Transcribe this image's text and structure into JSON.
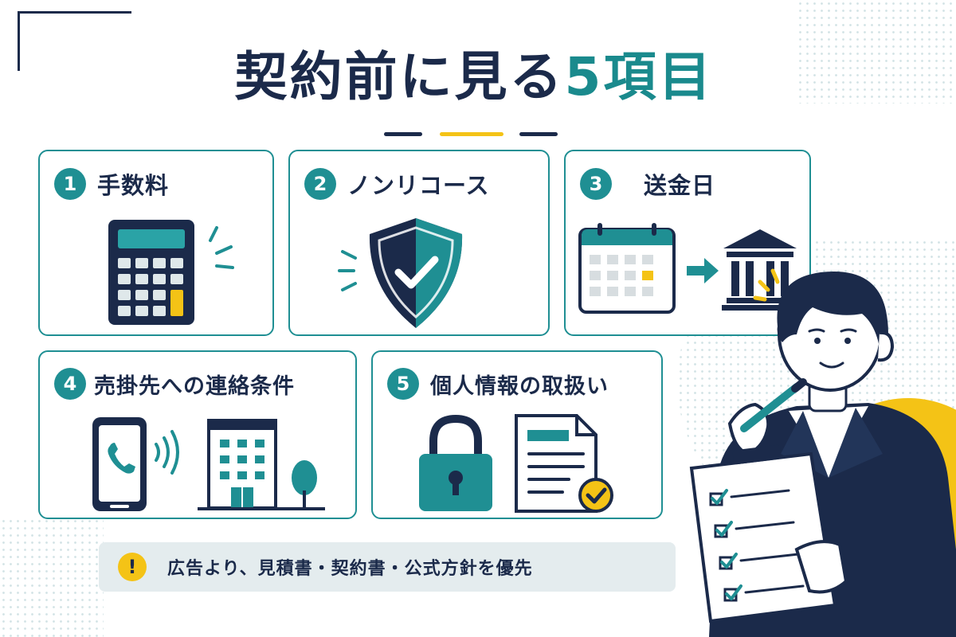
{
  "title": {
    "main": "契約前に見る",
    "highlight": "5項目"
  },
  "cards": [
    {
      "number": "1",
      "label": "手数料",
      "icon": "calculator-icon"
    },
    {
      "number": "2",
      "label": "ノンリコース",
      "icon": "shield-check-icon"
    },
    {
      "number": "3",
      "label": "送金日",
      "icon": "calendar-to-bank-icon"
    },
    {
      "number": "4",
      "label": "売掛先への連絡条件",
      "icon": "phone-and-building-icon"
    },
    {
      "number": "5",
      "label": "個人情報の取扱い",
      "icon": "lock-and-document-icon"
    }
  ],
  "notice": {
    "icon": "!",
    "text": "広告より、見積書・契約書・公式方針を優先"
  },
  "colors": {
    "navy": "#1b2a4a",
    "teal": "#1f8f93",
    "yellow": "#f4c316",
    "notice_bg": "#e4ecee"
  }
}
